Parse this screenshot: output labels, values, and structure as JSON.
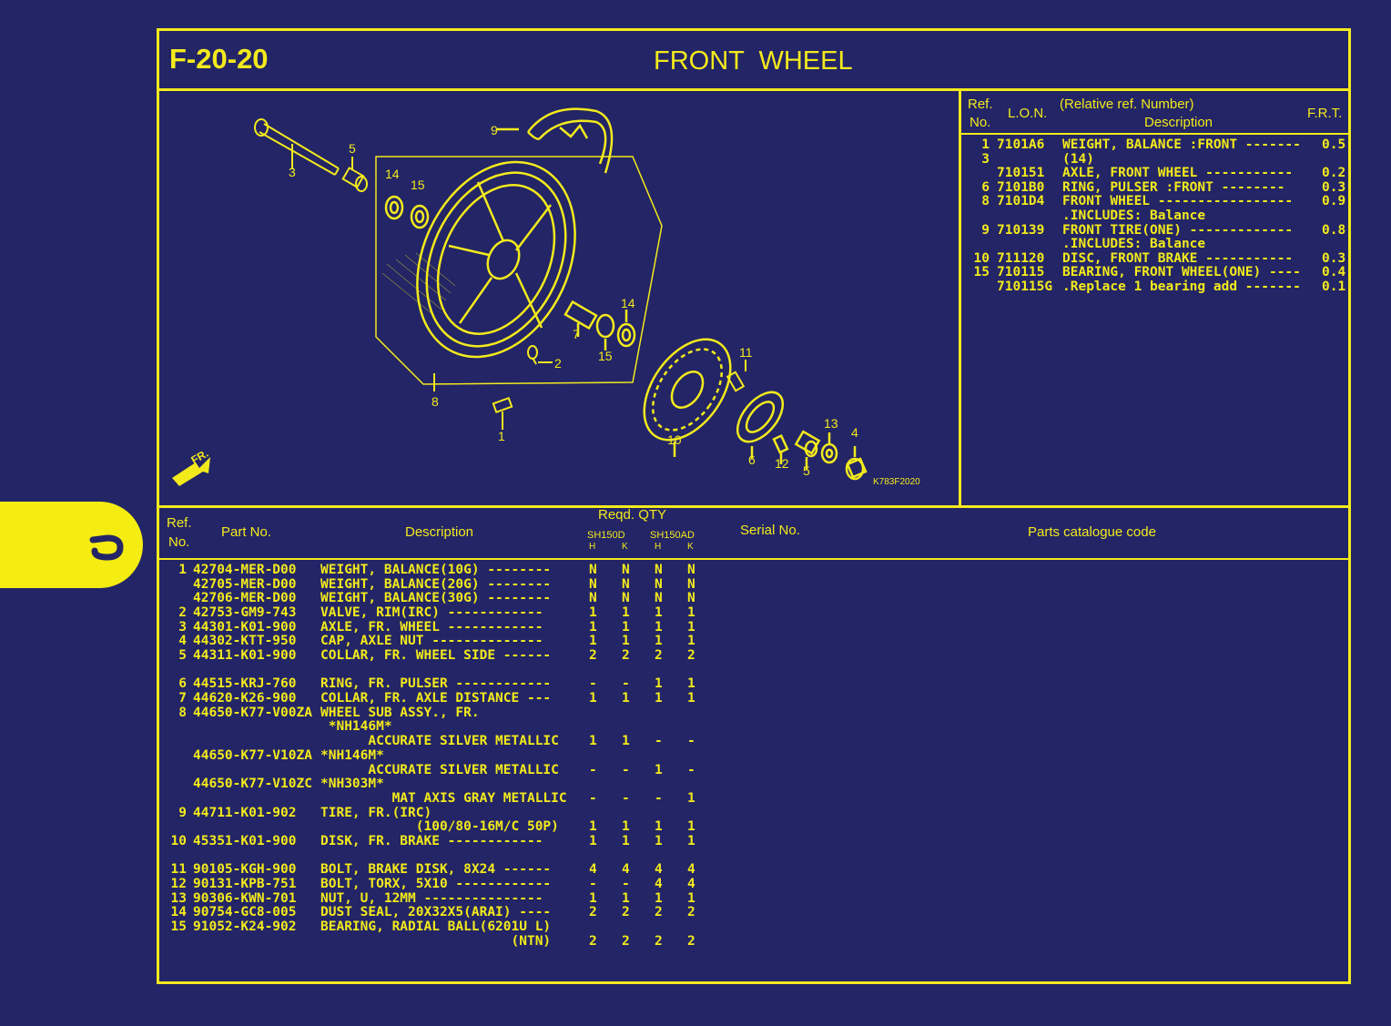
{
  "page": {
    "code": "F-20-20",
    "title": "FRONT  WHEEL"
  },
  "illustration": {
    "image_code": "K783F2020",
    "fr_label": "FR.",
    "callouts": [
      {
        "n": "1"
      },
      {
        "n": "2"
      },
      {
        "n": "3"
      },
      {
        "n": "4"
      },
      {
        "n": "5"
      },
      {
        "n": "5"
      },
      {
        "n": "6"
      },
      {
        "n": "7"
      },
      {
        "n": "8"
      },
      {
        "n": "9"
      },
      {
        "n": "10"
      },
      {
        "n": "11"
      },
      {
        "n": "12"
      },
      {
        "n": "13"
      },
      {
        "n": "14"
      },
      {
        "n": "14"
      },
      {
        "n": "15"
      },
      {
        "n": "15"
      }
    ]
  },
  "frt": {
    "headers": {
      "ref": "Ref.",
      "no": "No.",
      "lon": "L.O.N.",
      "rel": "(Relative ref. Number)",
      "desc": "Description",
      "frt": "F.R.T."
    },
    "rows": [
      {
        "ref": "1",
        "lon": "7101A6",
        "desc": "WEIGHT, BALANCE :FRONT -------",
        "frt": "0.5"
      },
      {
        "ref": "3",
        "lon": "",
        "desc": "(14)",
        "frt": ""
      },
      {
        "ref": "",
        "lon": "710151",
        "desc": "AXLE, FRONT WHEEL -----------",
        "frt": "0.2"
      },
      {
        "ref": "6",
        "lon": "7101B0",
        "desc": "RING, PULSER :FRONT --------",
        "frt": "0.3"
      },
      {
        "ref": "8",
        "lon": "7101D4",
        "desc": "FRONT WHEEL -----------------",
        "frt": "0.9"
      },
      {
        "ref": "",
        "lon": "",
        "desc": ".INCLUDES: Balance",
        "frt": ""
      },
      {
        "ref": "9",
        "lon": "710139",
        "desc": "FRONT TIRE(ONE) -------------",
        "frt": "0.8"
      },
      {
        "ref": "",
        "lon": "",
        "desc": ".INCLUDES: Balance",
        "frt": ""
      },
      {
        "ref": "10",
        "lon": "711120",
        "desc": "DISC, FRONT BRAKE -----------",
        "frt": "0.3"
      },
      {
        "ref": "15",
        "lon": "710115",
        "desc": "BEARING, FRONT WHEEL(ONE) ----",
        "frt": "0.4"
      },
      {
        "ref": "",
        "lon": "710115G",
        "desc": ".Replace 1 bearing add -------",
        "frt": "0.1"
      }
    ]
  },
  "parts": {
    "headers": {
      "ref": "Ref.",
      "no": "No.",
      "part": "Part No.",
      "desc": "Description",
      "qty": "Reqd. QTY",
      "model1": "SH150D",
      "model2": "SH150AD",
      "h": "H",
      "k": "K",
      "serial": "Serial No.",
      "catalogue": "Parts catalogue code"
    },
    "rows": [
      {
        "ref": "1",
        "part": "42704-MER-D00",
        "desc": "WEIGHT, BALANCE(10G) --------",
        "q": [
          "N",
          "N",
          "N",
          "N"
        ]
      },
      {
        "ref": "",
        "part": "42705-MER-D00",
        "desc": "WEIGHT, BALANCE(20G) --------",
        "q": [
          "N",
          "N",
          "N",
          "N"
        ]
      },
      {
        "ref": "",
        "part": "42706-MER-D00",
        "desc": "WEIGHT, BALANCE(30G) --------",
        "q": [
          "N",
          "N",
          "N",
          "N"
        ]
      },
      {
        "ref": "2",
        "part": "42753-GM9-743",
        "desc": "VALVE, RIM(IRC) ------------",
        "q": [
          "1",
          "1",
          "1",
          "1"
        ]
      },
      {
        "ref": "3",
        "part": "44301-K01-900",
        "desc": "AXLE, FR. WHEEL ------------",
        "q": [
          "1",
          "1",
          "1",
          "1"
        ]
      },
      {
        "ref": "4",
        "part": "44302-KTT-950",
        "desc": "CAP, AXLE NUT --------------",
        "q": [
          "1",
          "1",
          "1",
          "1"
        ]
      },
      {
        "ref": "5",
        "part": "44311-K01-900",
        "desc": "COLLAR, FR. WHEEL SIDE ------",
        "q": [
          "2",
          "2",
          "2",
          "2"
        ]
      },
      {
        "ref": "",
        "part": "",
        "desc": "",
        "q": [
          "",
          "",
          "",
          ""
        ]
      },
      {
        "ref": "6",
        "part": "44515-KRJ-760",
        "desc": "RING, FR. PULSER ------------",
        "q": [
          "-",
          "-",
          "1",
          "1"
        ]
      },
      {
        "ref": "7",
        "part": "44620-K26-900",
        "desc": "COLLAR, FR. AXLE DISTANCE ---",
        "q": [
          "1",
          "1",
          "1",
          "1"
        ]
      },
      {
        "ref": "8",
        "part": "44650-K77-V00ZA",
        "desc": "WHEEL SUB ASSY., FR.",
        "q": [
          "",
          "",
          "",
          ""
        ]
      },
      {
        "ref": "",
        "part": "",
        "desc": " *NH146M*",
        "q": [
          "",
          "",
          "",
          ""
        ]
      },
      {
        "ref": "",
        "part": "",
        "desc": "      ACCURATE SILVER METALLIC",
        "q": [
          "1",
          "1",
          "-",
          "-"
        ]
      },
      {
        "ref": "",
        "part": "44650-K77-V10ZA",
        "desc": "*NH146M*",
        "q": [
          "",
          "",
          "",
          ""
        ]
      },
      {
        "ref": "",
        "part": "",
        "desc": "      ACCURATE SILVER METALLIC",
        "q": [
          "-",
          "-",
          "1",
          "-"
        ]
      },
      {
        "ref": "",
        "part": "44650-K77-V10ZC",
        "desc": "*NH303M*",
        "q": [
          "",
          "",
          "",
          ""
        ]
      },
      {
        "ref": "",
        "part": "",
        "desc": "         MAT AXIS GRAY METALLIC",
        "q": [
          "-",
          "-",
          "-",
          "1"
        ]
      },
      {
        "ref": "9",
        "part": "44711-K01-902",
        "desc": "TIRE, FR.(IRC)",
        "q": [
          "",
          "",
          "",
          ""
        ]
      },
      {
        "ref": "",
        "part": "",
        "desc": "            (100/80-16M/C 50P)",
        "q": [
          "1",
          "1",
          "1",
          "1"
        ]
      },
      {
        "ref": "10",
        "part": "45351-K01-900",
        "desc": "DISK, FR. BRAKE ------------",
        "q": [
          "1",
          "1",
          "1",
          "1"
        ]
      },
      {
        "ref": "",
        "part": "",
        "desc": "",
        "q": [
          "",
          "",
          "",
          ""
        ]
      },
      {
        "ref": "11",
        "part": "90105-KGH-900",
        "desc": "BOLT, BRAKE DISK, 8X24 ------",
        "q": [
          "4",
          "4",
          "4",
          "4"
        ]
      },
      {
        "ref": "12",
        "part": "90131-KPB-751",
        "desc": "BOLT, TORX, 5X10 ------------",
        "q": [
          "-",
          "-",
          "4",
          "4"
        ]
      },
      {
        "ref": "13",
        "part": "90306-KWN-701",
        "desc": "NUT, U, 12MM ---------------",
        "q": [
          "1",
          "1",
          "1",
          "1"
        ]
      },
      {
        "ref": "14",
        "part": "90754-GC8-005",
        "desc": "DUST SEAL, 20X32X5(ARAI) ----",
        "q": [
          "2",
          "2",
          "2",
          "2"
        ]
      },
      {
        "ref": "15",
        "part": "91052-K24-902",
        "desc": "BEARING, RADIAL BALL(6201U L)",
        "q": [
          "",
          "",
          "",
          ""
        ]
      },
      {
        "ref": "",
        "part": "",
        "desc": "                        (NTN)",
        "q": [
          "2",
          "2",
          "2",
          "2"
        ]
      }
    ]
  }
}
